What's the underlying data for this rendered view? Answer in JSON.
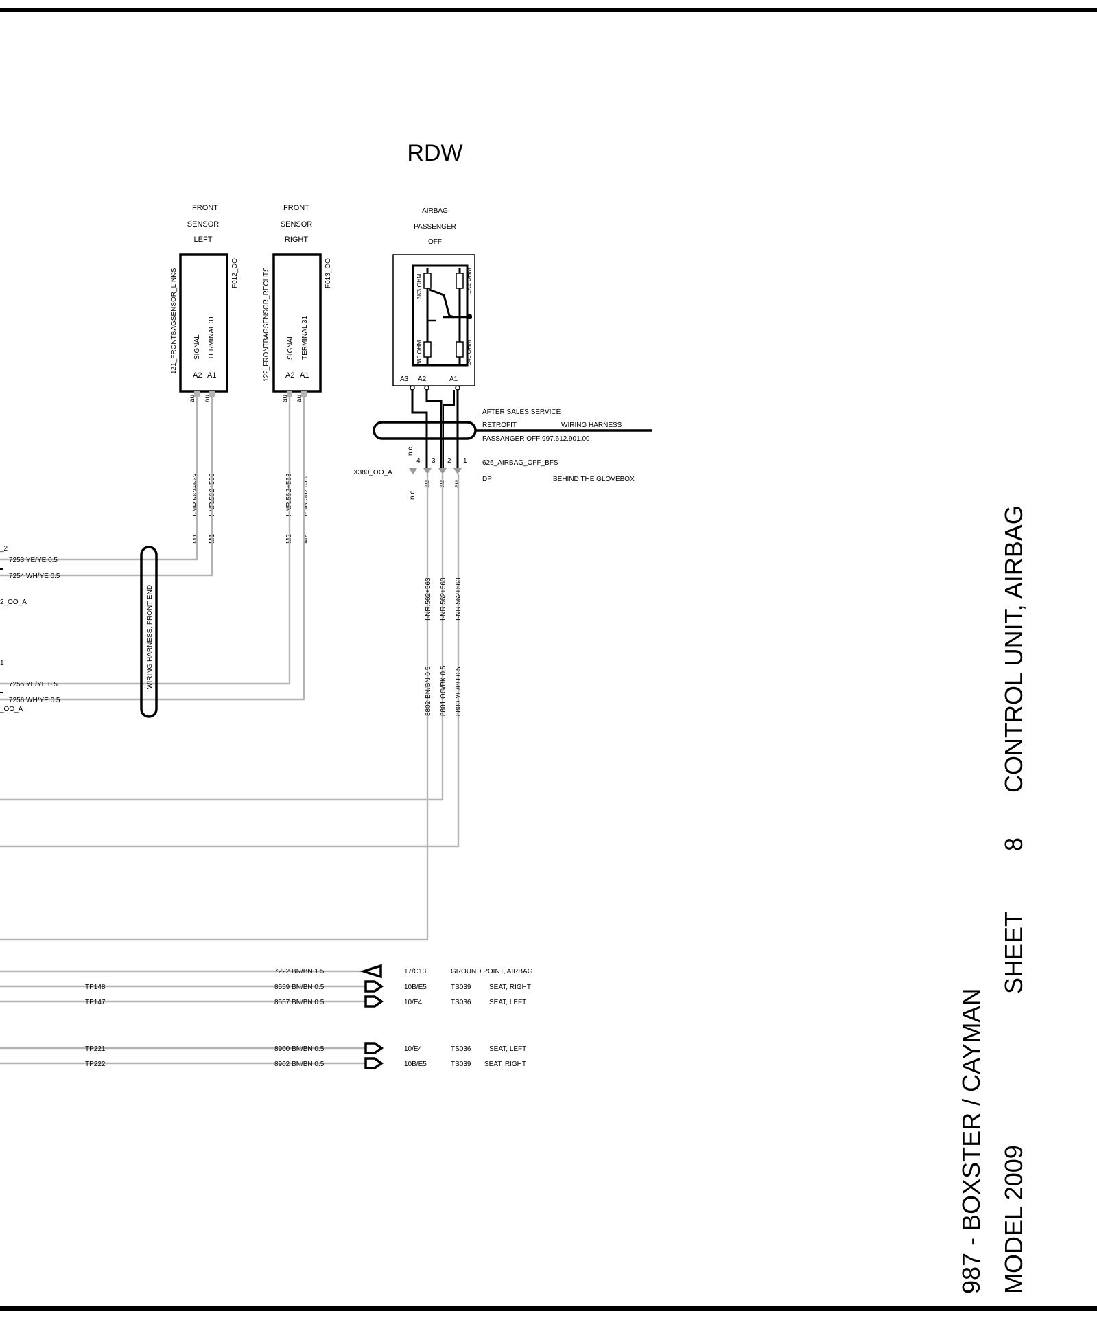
{
  "header": {
    "section": "RDW"
  },
  "title_block": {
    "model_line1": "987 - BOXSTER / CAYMAN",
    "model_line2": "MODEL 2009",
    "sheet_label": "SHEET",
    "sheet_number": "8",
    "sheet_title": "CONTROL UNIT, AIRBAG"
  },
  "components": {
    "front_sensor_left": {
      "label": [
        "FRONT",
        "SENSOR",
        "LEFT"
      ],
      "part_name": "121_FRONTBAGSENSOR_LINKS",
      "code": "F012_OO",
      "pin_labels": [
        "SIGNAL",
        "TERMINAL 31"
      ],
      "pins": [
        "A2",
        "A1"
      ],
      "term": "au",
      "wire_code": "I-NR.562+563",
      "connector": "M1"
    },
    "front_sensor_right": {
      "label": [
        "FRONT",
        "SENSOR",
        "RIGHT"
      ],
      "part_name": "122_FRONTBAGSENSOR_RECHTS",
      "code": "F013_OO",
      "pin_labels": [
        "SIGNAL",
        "TERMINAL 31"
      ],
      "pins": [
        "A2",
        "A1"
      ],
      "term": "au",
      "wire_code": "I-NR.562+563",
      "connector": "M2"
    },
    "airbag_passenger_off": {
      "label": [
        "AIRBAG",
        "PASSENGER",
        "OFF"
      ],
      "resistors": [
        "3K3 OHM",
        "1K2 OHM",
        "680 OHM",
        "240 OHM"
      ],
      "pins": [
        "A3",
        "A2",
        "A1"
      ],
      "retrofit_note": [
        "AFTER SALES SERVICE",
        "RETROFIT",
        "WIRING HARNESS",
        "PASSANGER OFF 997.612.901.00"
      ],
      "connector": "X380_OO_A",
      "connector_pins": [
        "4",
        "3",
        "2",
        "1"
      ],
      "nc": "n.c.",
      "term": "au",
      "connector_name": "626_AIRBAG_OFF_BFS",
      "location_code": "DP",
      "location": "BEHIND THE GLOVEBOX",
      "wire_code": "I-NR.562+563",
      "wires": [
        "8802 BN/BN 0.5",
        "8801 OG/BK 0.5",
        "8800 YE/BU 0.5"
      ]
    }
  },
  "harness": {
    "label": "WIRING HARNESS, FRONT END"
  },
  "left_edge_labels": {
    "top_suffix": "_2",
    "mid_connector": "2_OO_A",
    "lower_suffix": "1",
    "lower_connector": "_OO_A"
  },
  "wires_left": [
    "7253 YE/YE 0.5",
    "7254 WH/YE 0.5",
    "7255 YE/YE 0.5",
    "7256 WH/YE 0.5"
  ],
  "ground_rows": [
    {
      "tp": "",
      "wire": "7222 BN/BN 1.5",
      "ref": "17/C13",
      "ts": "",
      "desc": "GROUND POINT, AIRBAG"
    },
    {
      "tp": "TP148",
      "wire": "8559 BN/BN 0.5",
      "ref": "10B/E5",
      "ts": "TS039",
      "desc": "SEAT, RIGHT"
    },
    {
      "tp": "TP147",
      "wire": "8557 BN/BN 0.5",
      "ref": "10/E4",
      "ts": "TS036",
      "desc": "SEAT, LEFT"
    },
    {
      "tp": "TP221",
      "wire": "8900 BN/BN 0.5",
      "ref": "10/E4",
      "ts": "TS036",
      "desc": "SEAT, LEFT"
    },
    {
      "tp": "TP222",
      "wire": "8902 BN/BN 0.5",
      "ref": "10B/E5",
      "ts": "TS039",
      "desc": "SEAT, RIGHT"
    }
  ]
}
